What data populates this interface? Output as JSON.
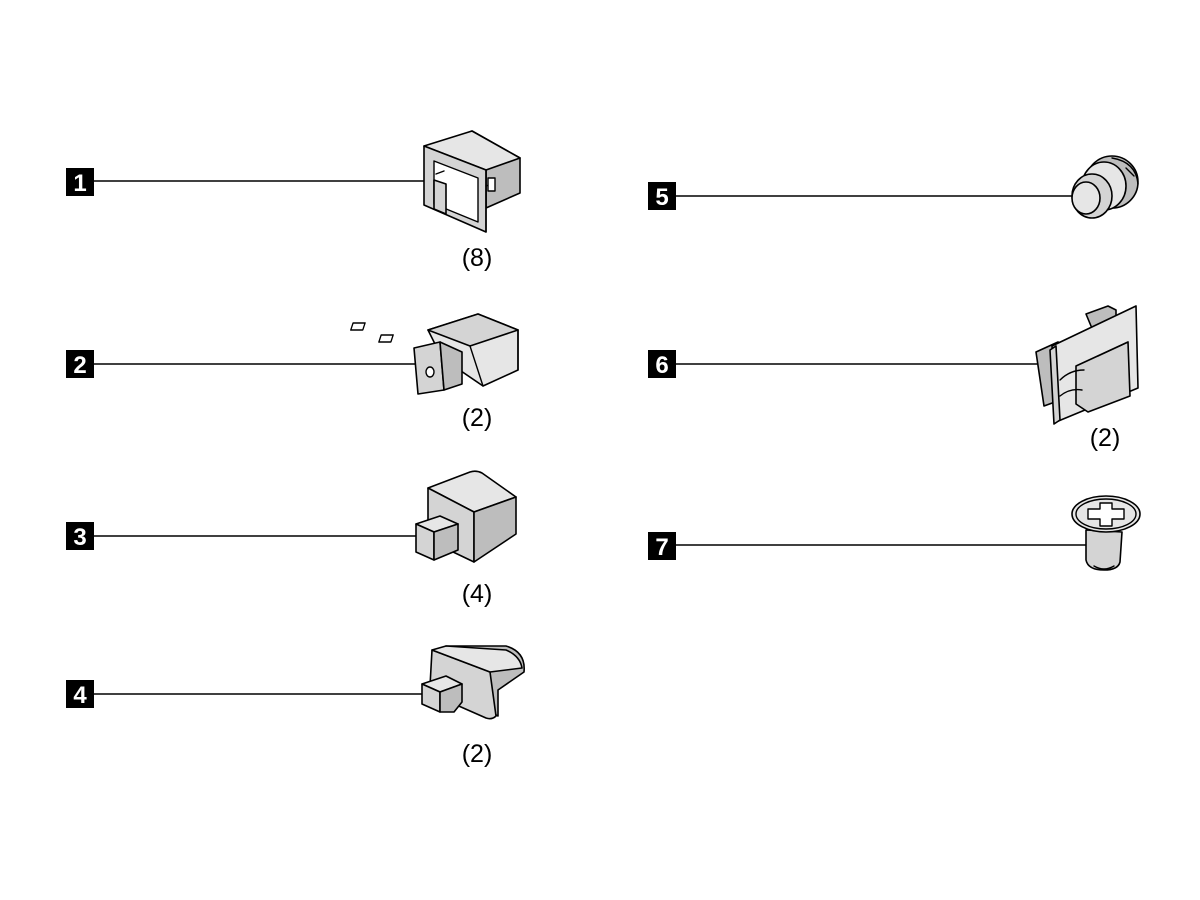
{
  "callouts": [
    {
      "number": "1",
      "quantity": "(8)"
    },
    {
      "number": "2",
      "quantity": "(2)"
    },
    {
      "number": "3",
      "quantity": "(4)"
    },
    {
      "number": "4",
      "quantity": "(2)"
    },
    {
      "number": "5",
      "quantity": ""
    },
    {
      "number": "6",
      "quantity": "(2)"
    },
    {
      "number": "7",
      "quantity": ""
    }
  ],
  "part_icons": [
    "dust-cover-icon",
    "usb-plug-icon",
    "rj45-cap-icon",
    "usb-c-cap-icon",
    "rubber-grommet-icon",
    "dual-port-cover-icon",
    "phillips-screw-icon"
  ],
  "colors": {
    "badge": "#000000",
    "badge_text": "#ffffff",
    "part_fill": "#d4d4d4"
  }
}
